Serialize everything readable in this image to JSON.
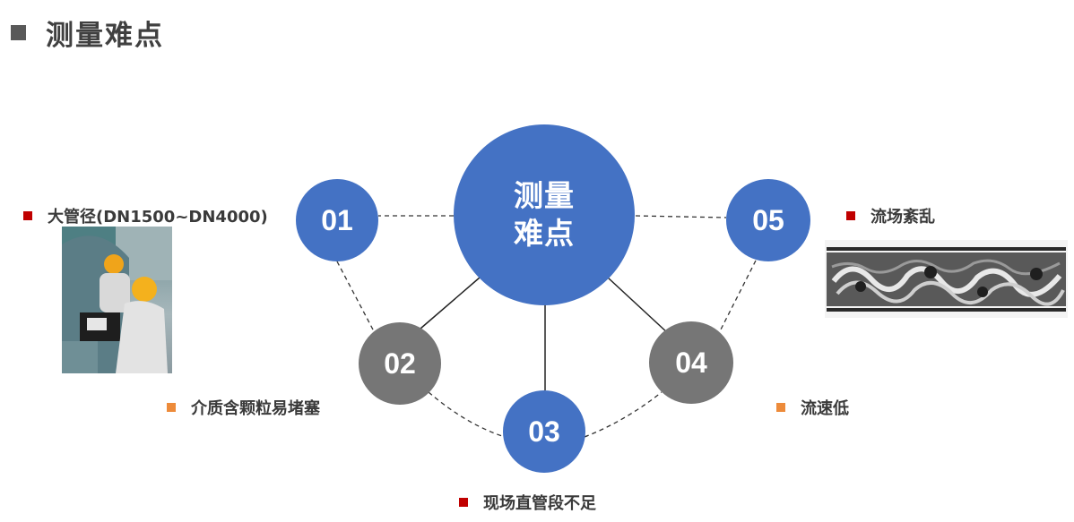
{
  "title": "测量难点",
  "center": {
    "line1": "测量",
    "line2": "难点"
  },
  "nodes": [
    {
      "id": "01",
      "color": "#4472c4"
    },
    {
      "id": "02",
      "color": "#767676"
    },
    {
      "id": "03",
      "color": "#4472c4"
    },
    {
      "id": "04",
      "color": "#767676"
    },
    {
      "id": "05",
      "color": "#4472c4"
    }
  ],
  "labels": {
    "l01": "大管径(DN1500~DN4000)",
    "l02": "介质含颗粒易堵塞",
    "l03": "现场直管段不足",
    "l04": "流速低",
    "l05": "流场紊乱"
  },
  "colors": {
    "blue": "#4472c4",
    "grey": "#767676",
    "red_bullet": "#c00000",
    "orange_bullet": "#ed8b3a"
  }
}
